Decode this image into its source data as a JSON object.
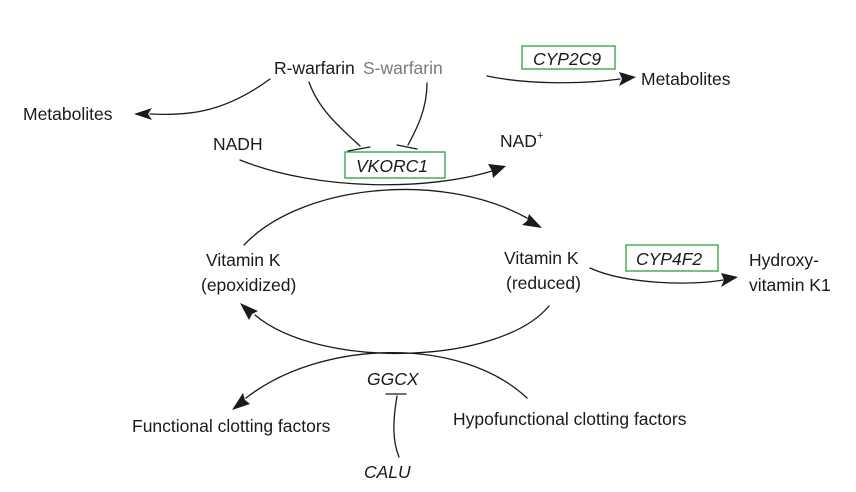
{
  "nodes": {
    "r_warfarin": "R-warfarin",
    "s_warfarin": "S-warfarin",
    "cyp2c9": "CYP2C9",
    "metabolites_right": "Metabolites",
    "metabolites_left": "Metabolites",
    "nadh": "NADH",
    "vkorc1": "VKORC1",
    "nad_base": "NAD",
    "nad_sup": "+",
    "vitk_epox_line1": "Vitamin K",
    "vitk_epox_line2": "(epoxidized)",
    "vitk_red_line1": "Vitamin K",
    "vitk_red_line2": "(reduced)",
    "cyp4f2": "CYP4F2",
    "hydroxy_line1": "Hydroxy-",
    "hydroxy_line2": "vitamin K1",
    "ggcx": "GGCX",
    "functional": "Functional clotting factors",
    "hypofunctional": "Hypofunctional clotting factors",
    "calu": "CALU"
  },
  "colors": {
    "gene_box": "#2e9e3e",
    "s_warfarin_text": "#7a7a7a",
    "ink": "#1a1a1a"
  }
}
